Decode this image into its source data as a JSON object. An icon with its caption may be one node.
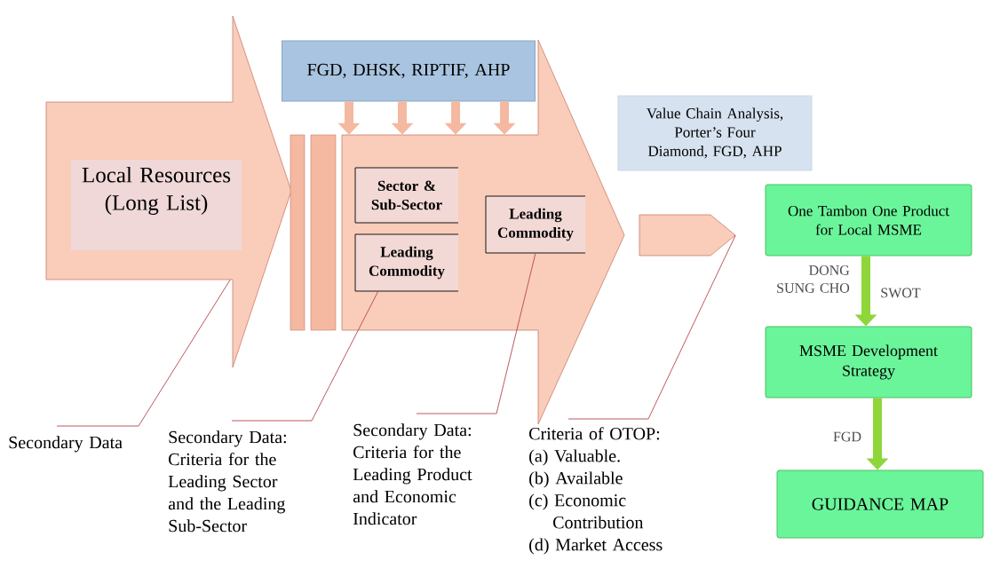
{
  "diagram": {
    "nodes": [
      {
        "text": [
          "Local Resources (Long List)"
        ]
      },
      {
        "text": [
          "FGD, DHSK, RIPTIF, AHP"
        ]
      },
      {
        "text": [],
        "shape": "arrow"
      },
      {
        "text": [
          "Sector & Sub-Sector"
        ],
        "in": 2
      },
      {
        "text": [
          "Leading Commodity"
        ],
        "in": 2
      },
      {
        "text": [
          "Leading Commodity"
        ],
        "in": 2
      },
      {
        "text": [
          "Value Chain Analysis, Porter’s Four Diamond, FGD, AHP"
        ]
      },
      {
        "text": [],
        "shape": "arrow"
      },
      {
        "text": [
          "One Tambon One Product for Local MSME"
        ]
      },
      {
        "text": [
          "MSME Development Strategy"
        ]
      },
      {
        "text": [
          "GUIDANCE MAP"
        ]
      },
      {
        "text": [
          "Secondary Data"
        ]
      },
      {
        "text": [
          "Secondary Data: Criteria for the Leading Sector and the Leading Sub-Sector"
        ]
      },
      {
        "text": [
          "Secondary Data: Criteria for the Leading Product and Economic Indicator"
        ]
      },
      {
        "text": [
          "Criteria of OTOP:",
          "(a) Valuable.",
          "(b) Available",
          "(c) Economic Contribution",
          "(d) Market Access"
        ]
      }
    ],
    "edges": [
      {
        "from": 1,
        "to": 2,
        "arrow": "to",
        "color": "#f4b9a0"
      },
      {
        "from": 1,
        "to": 2,
        "arrow": "to",
        "color": "#f4b9a0"
      },
      {
        "from": 1,
        "to": 2,
        "arrow": "to",
        "color": "#f4b9a0"
      },
      {
        "from": 1,
        "to": 2,
        "arrow": "to",
        "color": "#f4b9a0"
      },
      {
        "from": 8,
        "to": 9,
        "arrow": "to",
        "color": "#8ed63a",
        "label": "SWOT"
      },
      {
        "from": 9,
        "to": 10,
        "arrow": "to",
        "color": "#8ed63a",
        "label": "FGD"
      },
      {
        "from": 11,
        "to": 0,
        "arrow": "none",
        "color": "#b5454f"
      },
      {
        "from": 12,
        "to": 4,
        "arrow": "none",
        "color": "#b5454f"
      },
      {
        "from": 13,
        "to": 5,
        "arrow": "none",
        "color": "#b5454f"
      },
      {
        "from": 14,
        "to": 7,
        "arrow": "none",
        "color": "#b5454f"
      }
    ],
    "labels": [
      "DONG SUNG CHO"
    ]
  }
}
